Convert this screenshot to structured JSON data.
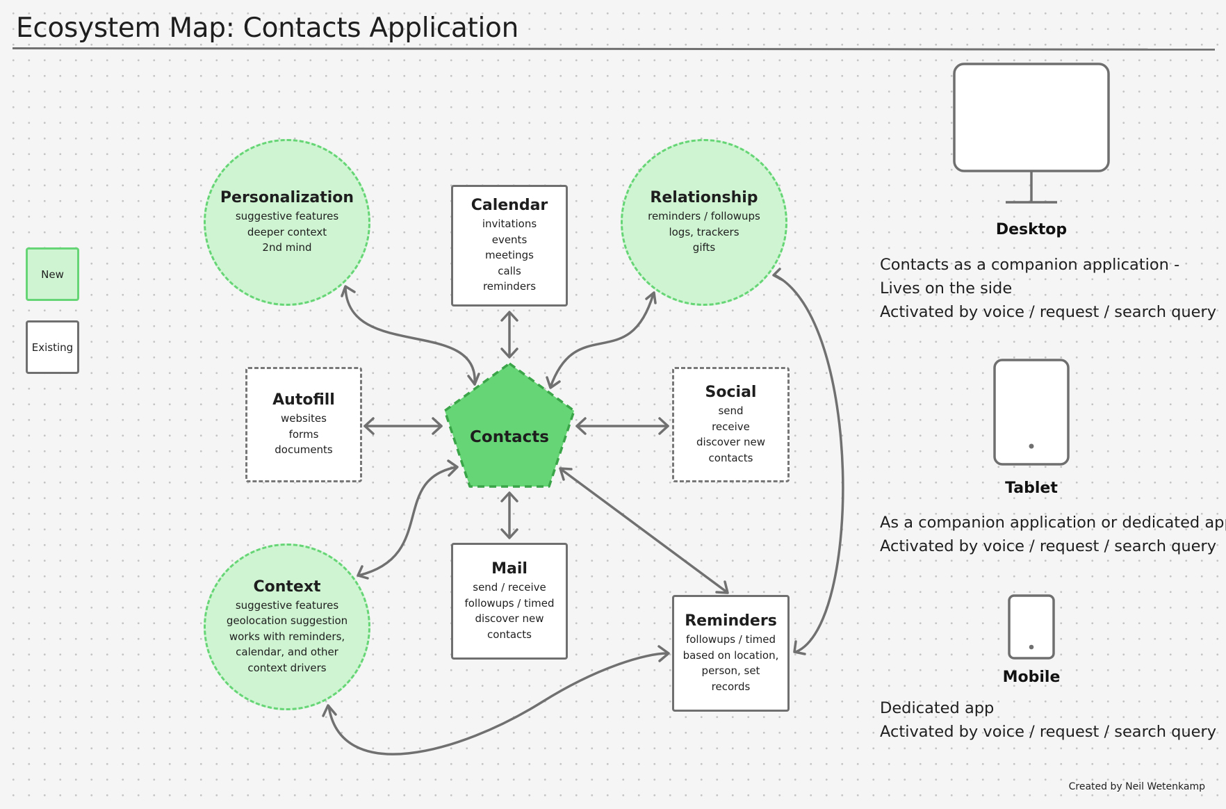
{
  "title": "Ecosystem Map: Contacts Application",
  "legend": {
    "new_label": "New",
    "existing_label": "Existing"
  },
  "colors": {
    "new_fill": "#cff4d2",
    "new_border": "#66d575",
    "center_fill": "#66d575",
    "center_border": "#3aa548",
    "existing_border": "#6f6f6f",
    "connector": "#707070"
  },
  "center": {
    "label": "Contacts"
  },
  "nodes": {
    "personalization": {
      "title": "Personalization",
      "lines": [
        "suggestive features",
        "deeper context",
        "2nd mind"
      ]
    },
    "calendar": {
      "title": "Calendar",
      "lines": [
        "invitations",
        "events",
        "meetings",
        "calls",
        "reminders"
      ]
    },
    "relationship": {
      "title": "Relationship",
      "lines": [
        "reminders / followups",
        "logs, trackers",
        "gifts"
      ]
    },
    "autofill": {
      "title": "Autofill",
      "lines": [
        "websites",
        "forms",
        "documents"
      ]
    },
    "social": {
      "title": "Social",
      "lines": [
        "send",
        "receive",
        "discover new",
        "contacts"
      ]
    },
    "context": {
      "title": "Context",
      "lines": [
        "suggestive features",
        "geolocation suggestion",
        "works with reminders,",
        "calendar, and other",
        "context drivers"
      ]
    },
    "mail": {
      "title": "Mail",
      "lines": [
        "send / receive",
        "followups / timed",
        "discover new",
        "contacts"
      ]
    },
    "reminders": {
      "title": "Reminders",
      "lines": [
        "followups / timed",
        "based on location,",
        "person, set",
        "records"
      ]
    }
  },
  "devices": {
    "desktop": {
      "label": "Desktop",
      "lines": [
        "Contacts as a companion application -",
        "Lives on the side",
        "Activated by voice / request / search query"
      ]
    },
    "tablet": {
      "label": "Tablet",
      "lines": [
        "As a companion application or dedicated app",
        "Activated by voice / request / search query"
      ]
    },
    "mobile": {
      "label": "Mobile",
      "lines": [
        "Dedicated app",
        "Activated by voice / request / search query"
      ]
    }
  },
  "credit": "Created by Neil Wetenkamp"
}
